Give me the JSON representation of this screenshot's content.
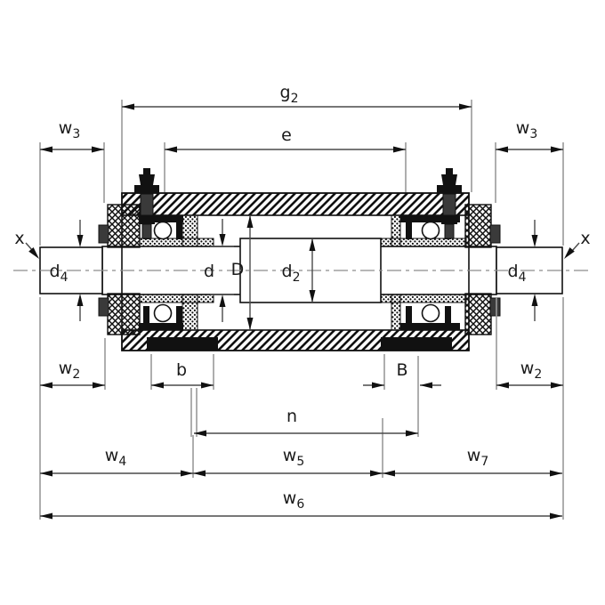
{
  "drawing": {
    "type": "technical-section-drawing",
    "subject": "shaft mounted double bearing unit, cross-section with dimension annotations"
  },
  "colors": {
    "background": "#ffffff",
    "geometry_line": "#111111",
    "dimension_line": "#4a4a4a",
    "extension_line": "#9a9a9a",
    "centerline": "#8c8c8c",
    "text": "#1a1a1a"
  },
  "dims": {
    "g2": {
      "base": "g",
      "sub": "2"
    },
    "e": {
      "base": "e",
      "sub": ""
    },
    "w3_left": {
      "base": "w",
      "sub": "3"
    },
    "w3_right": {
      "base": "w",
      "sub": "3"
    },
    "x_left": {
      "base": "x",
      "sub": ""
    },
    "x_right": {
      "base": "x",
      "sub": ""
    },
    "d4_left": {
      "base": "d",
      "sub": "4"
    },
    "d4_right": {
      "base": "d",
      "sub": "4"
    },
    "d": {
      "base": "d",
      "sub": ""
    },
    "D": {
      "base": "D",
      "sub": ""
    },
    "d2": {
      "base": "d",
      "sub": "2"
    },
    "w2_left": {
      "base": "w",
      "sub": "2"
    },
    "w2_right": {
      "base": "w",
      "sub": "2"
    },
    "b": {
      "base": "b",
      "sub": ""
    },
    "B": {
      "base": "B",
      "sub": ""
    },
    "n": {
      "base": "n",
      "sub": ""
    },
    "w4": {
      "base": "w",
      "sub": "4"
    },
    "w5": {
      "base": "w",
      "sub": "5"
    },
    "w6": {
      "base": "w",
      "sub": "6"
    },
    "w7": {
      "base": "w",
      "sub": "7"
    }
  }
}
